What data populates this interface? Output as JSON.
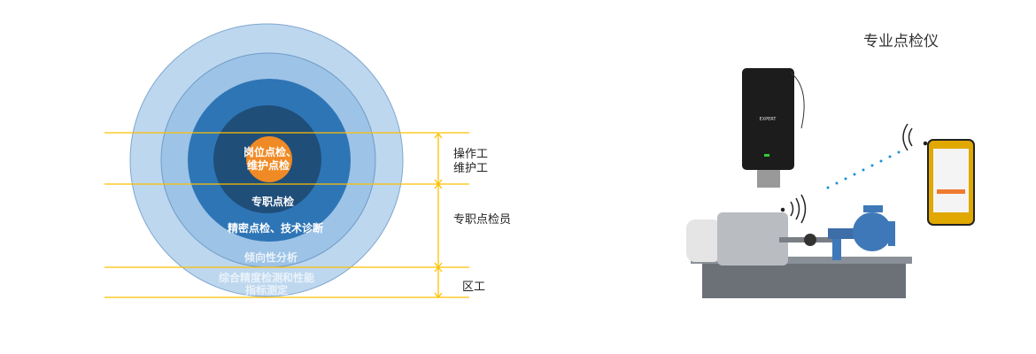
{
  "diagram": {
    "rings": [
      {
        "label": "综合精度检测和性能",
        "label2": "指标测定",
        "color": "#bdd7ee"
      },
      {
        "label": "倾向性分析",
        "color": "#9dc3e6"
      },
      {
        "label": "精密点检、技术诊断",
        "color": "#2e75b6"
      },
      {
        "label": "专职点检",
        "color": "#1f4e79"
      },
      {
        "label": "岗位点检、",
        "label2": "维护点检",
        "color": "#f08a24"
      }
    ],
    "roles": [
      {
        "label": "操作工",
        "label2": "维护工"
      },
      {
        "label": "专职点检员"
      },
      {
        "label": "区工"
      }
    ],
    "line_color": "#ffc000"
  },
  "device": {
    "title": "专业点检仪",
    "brand": "EXPERT"
  }
}
